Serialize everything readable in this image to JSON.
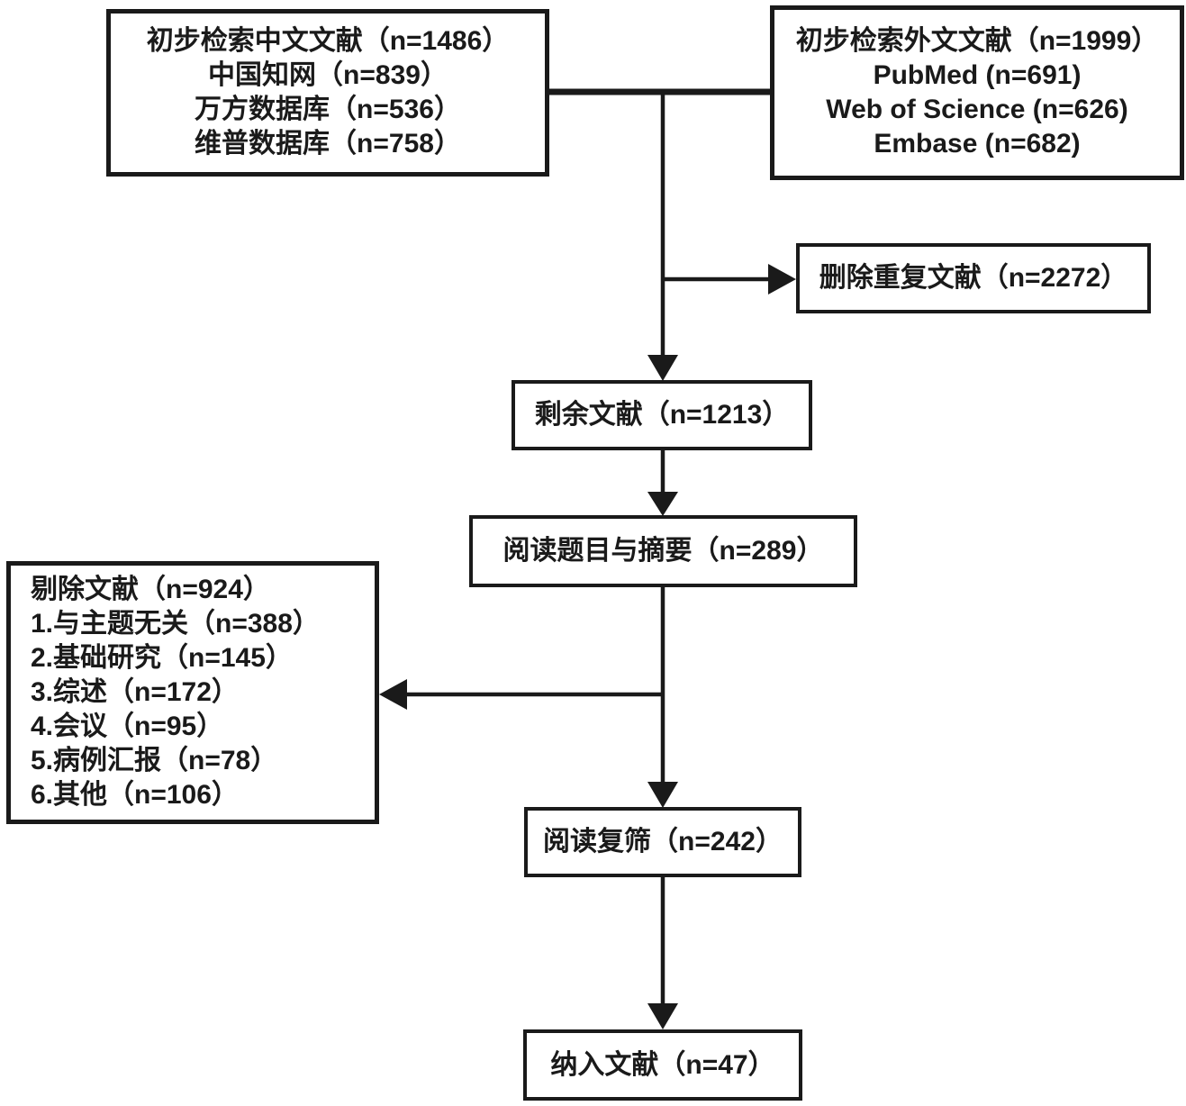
{
  "diagram": {
    "type": "flowchart",
    "subject": "literature-screening-flow",
    "colors": {
      "line": "#1a1a1a",
      "box_border": "#1a1a1a",
      "box_background": "#ffffff",
      "text": "#1a1a1a",
      "page_background": "#ffffff"
    },
    "boxes": {
      "chinese_search": {
        "lines": [
          "初步检索中文文献（n=1486）",
          "中国知网（n=839）",
          "万方数据库（n=536）",
          "维普数据库（n=758）"
        ]
      },
      "foreign_search": {
        "lines": [
          "初步检索外文文献（n=1999）",
          "PubMed (n=691)",
          "Web of Science (n=626)",
          "Embase (n=682)"
        ]
      },
      "duplicates_removed": {
        "label": "删除重复文献（n=2272）"
      },
      "remaining": {
        "label": "剩余文献（n=1213）"
      },
      "title_abstract_screen": {
        "label": "阅读题目与摘要（n=289）"
      },
      "excluded": {
        "lines": [
          "剔除文献（n=924）",
          "1.与主题无关（n=388）",
          "2.基础研究（n=145）",
          "3.综述（n=172）",
          "4.会议（n=95）",
          "5.病例汇报（n=78）",
          "6.其他（n=106）"
        ]
      },
      "full_text_rescreen": {
        "label": "阅读复筛（n=242）"
      },
      "included": {
        "label": "纳入文献（n=47）"
      }
    },
    "flow": [
      "chinese_search + foreign_search -> merge",
      "merge -> duplicates_removed (branch right)",
      "merge -> remaining",
      "remaining -> title_abstract_screen",
      "title_abstract_screen -> excluded (branch left)",
      "title_abstract_screen -> full_text_rescreen",
      "full_text_rescreen -> included"
    ]
  }
}
